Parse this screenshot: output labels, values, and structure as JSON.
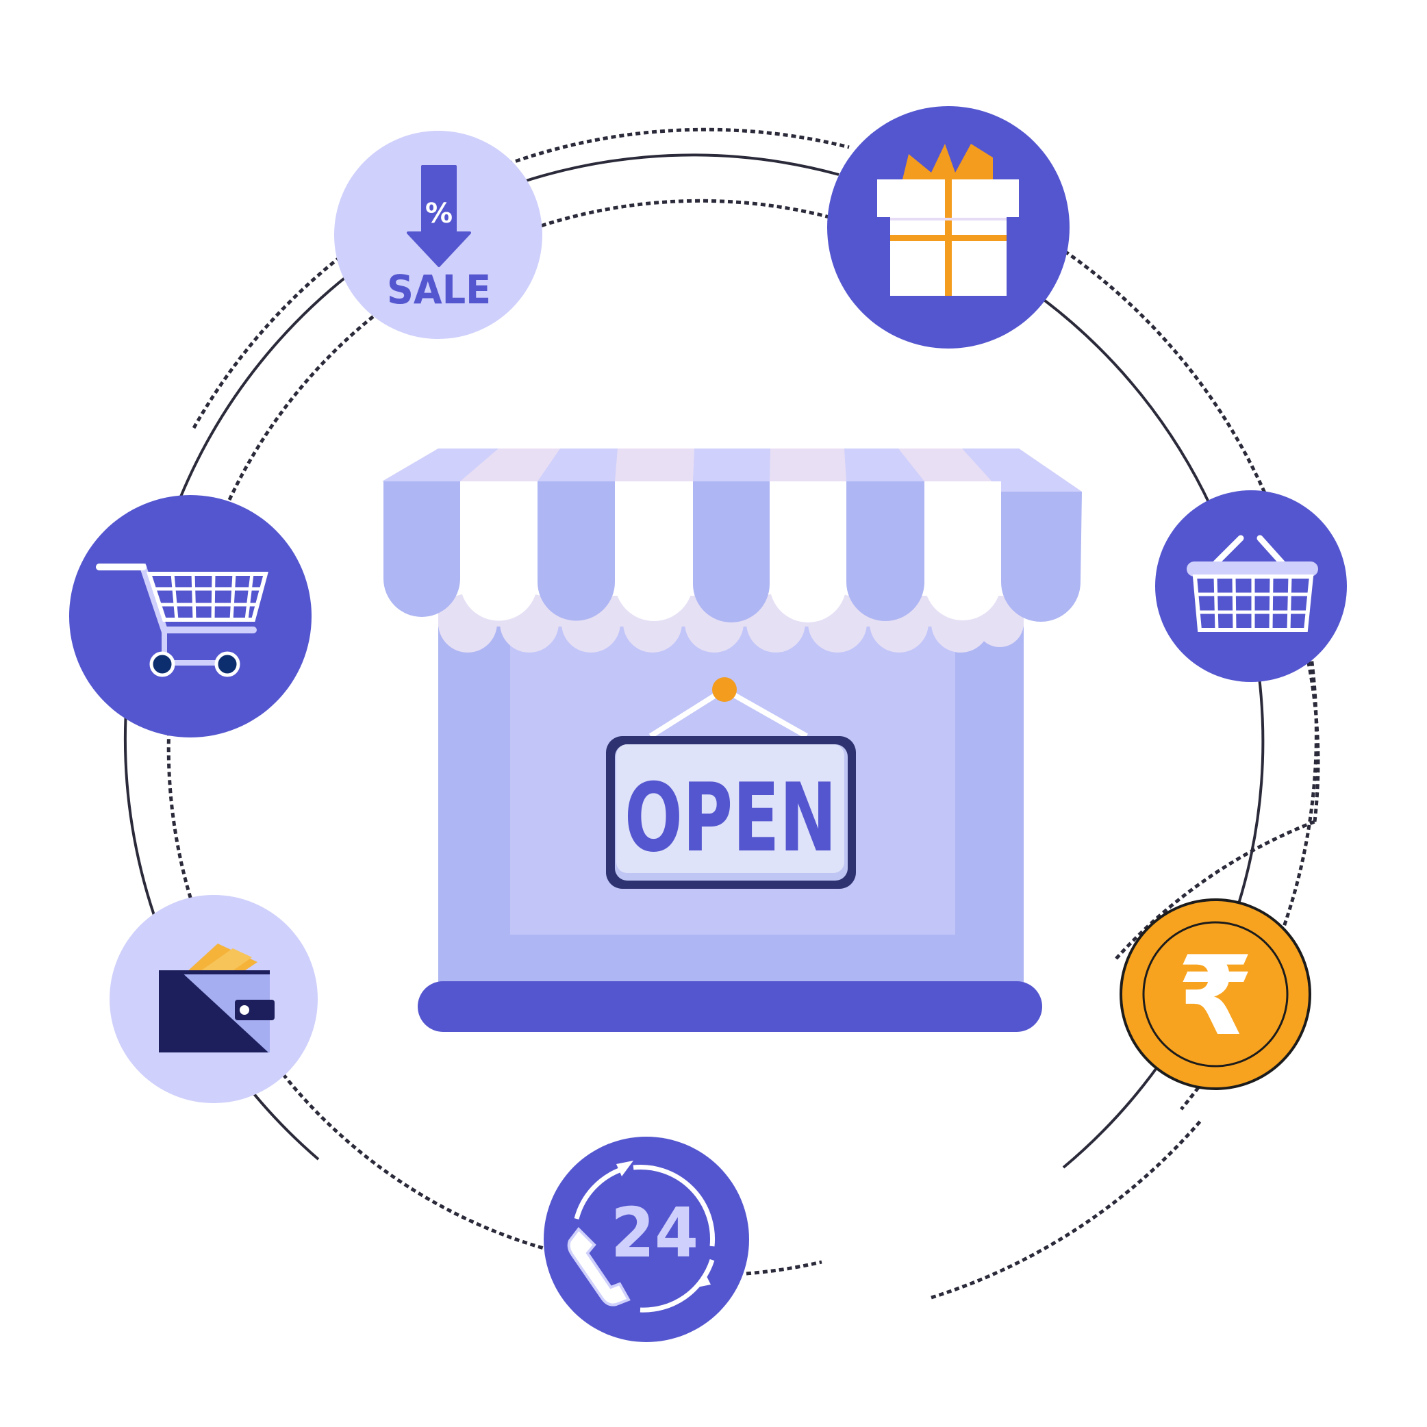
{
  "sale_badge": {
    "label": "SALE",
    "percent": "%"
  },
  "store": {
    "sign_text": "OPEN"
  },
  "support_badge": {
    "label": "24"
  },
  "coin": {
    "symbol": "₹"
  },
  "colors": {
    "primary": "#5456cf",
    "light_circle": "#cfd0fb",
    "store_body": "#aeb6f3",
    "awning_light": "#e6e0f5",
    "orange": "#f39c1e",
    "navy": "#1c1f5c",
    "sign_bg": "#dfe3f9"
  },
  "icons": [
    "sale-icon",
    "gift-icon",
    "shopping-cart-icon",
    "basket-icon",
    "wallet-icon",
    "rupee-coin-icon",
    "24-hour-support-icon",
    "store-open-icon"
  ]
}
